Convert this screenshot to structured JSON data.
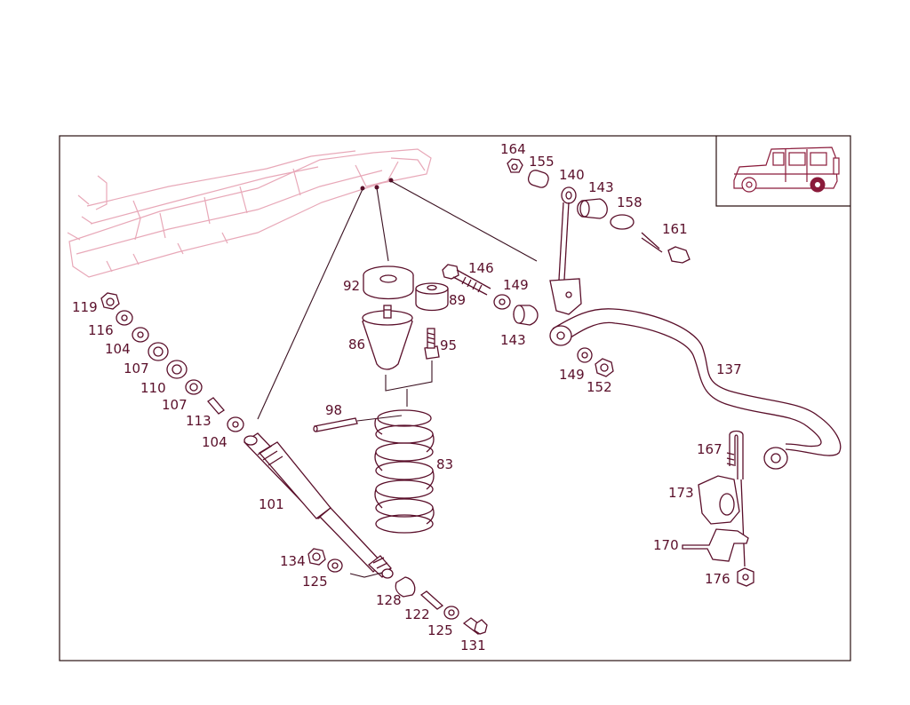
{
  "parts": {
    "p164": "164",
    "p155": "155",
    "p140": "140",
    "p143a": "143",
    "p158": "158",
    "p161": "161",
    "p146": "146",
    "p149a": "149",
    "p92": "92",
    "p89": "89",
    "p86": "86",
    "p95": "95",
    "p143b": "143",
    "p149b": "149",
    "p152": "152",
    "p137": "137",
    "p119": "119",
    "p116": "116",
    "p104a": "104",
    "p107a": "107",
    "p110": "110",
    "p107b": "107",
    "p113": "113",
    "p104b": "104",
    "p98": "98",
    "p83": "83",
    "p101": "101",
    "p167": "167",
    "p173": "173",
    "p170": "170",
    "p176": "176",
    "p134": "134",
    "p125a": "125",
    "p128": "128",
    "p122": "122",
    "p125b": "125",
    "p131": "131"
  },
  "icons": [
    "vehicle-thumbnail",
    "chassis-frame",
    "coil-spring",
    "shock-absorber",
    "stabilizer-bar"
  ],
  "colors": {
    "line": "#5a0f2a",
    "chassis": "#e8a8b8",
    "frame": "#2a1010"
  }
}
